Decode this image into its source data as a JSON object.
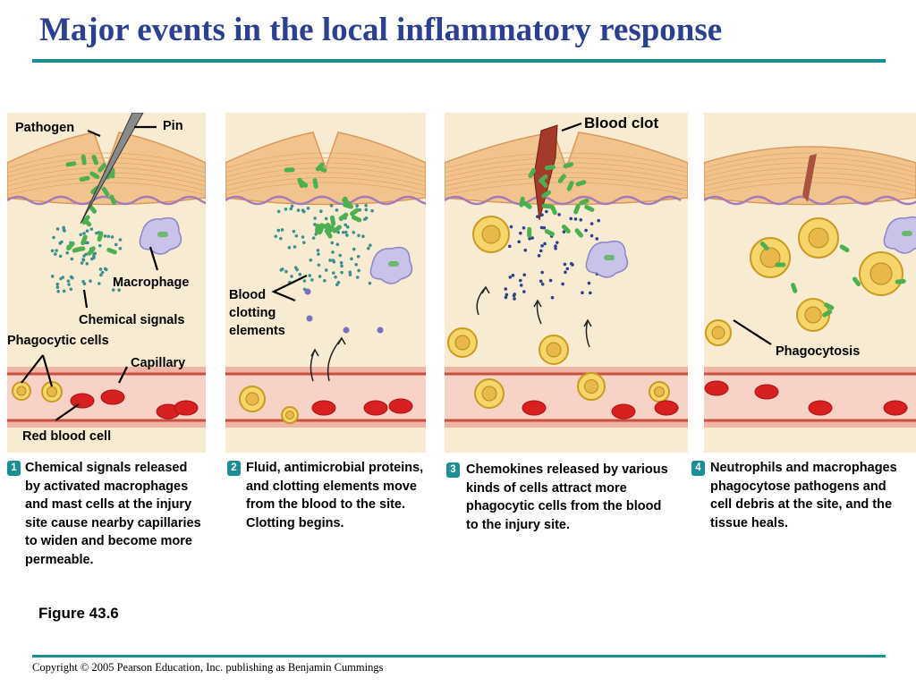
{
  "title": "Major events in the local inflammatory response",
  "labels": {
    "pathogen": "Pathogen",
    "pin": "Pin",
    "macrophage": "Macrophage",
    "chemical_signals": "Chemical signals",
    "phagocytic_cells": "Phagocytic cells",
    "capillary": "Capillary",
    "red_blood_cell": "Red blood cell",
    "blood_clotting_elements": "Blood\nclotting\nelements",
    "blood_clot": "Blood clot",
    "phagocytosis": "Phagocytosis"
  },
  "steps": [
    {
      "number": "1",
      "text": "Chemical signals released\nby activated macrophages\nand mast cells at the injury\nsite cause nearby capillaries\nto widen and become more\npermeable."
    },
    {
      "number": "2",
      "text": "Fluid, antimicrobial proteins,\nand clotting elements move\nfrom the blood to the site.\nClotting begins."
    },
    {
      "number": "3",
      "text": "Chemokines released by various\nkinds of cells attract more\nphagocytic cells from the blood\nto the injury site."
    },
    {
      "number": "4",
      "text": "Neutrophils and macrophages\nphagocytose pathogens and\ncell debris at the site, and the\n tissue heals."
    }
  ],
  "figure_label": "Figure 43.6",
  "copyright": "Copyright © 2005 Pearson Education, Inc. publishing as Benjamin Cummings",
  "colors": {
    "title": "#2b3f94",
    "rule": "#1b8f93",
    "badge": "#1b8f93"
  }
}
